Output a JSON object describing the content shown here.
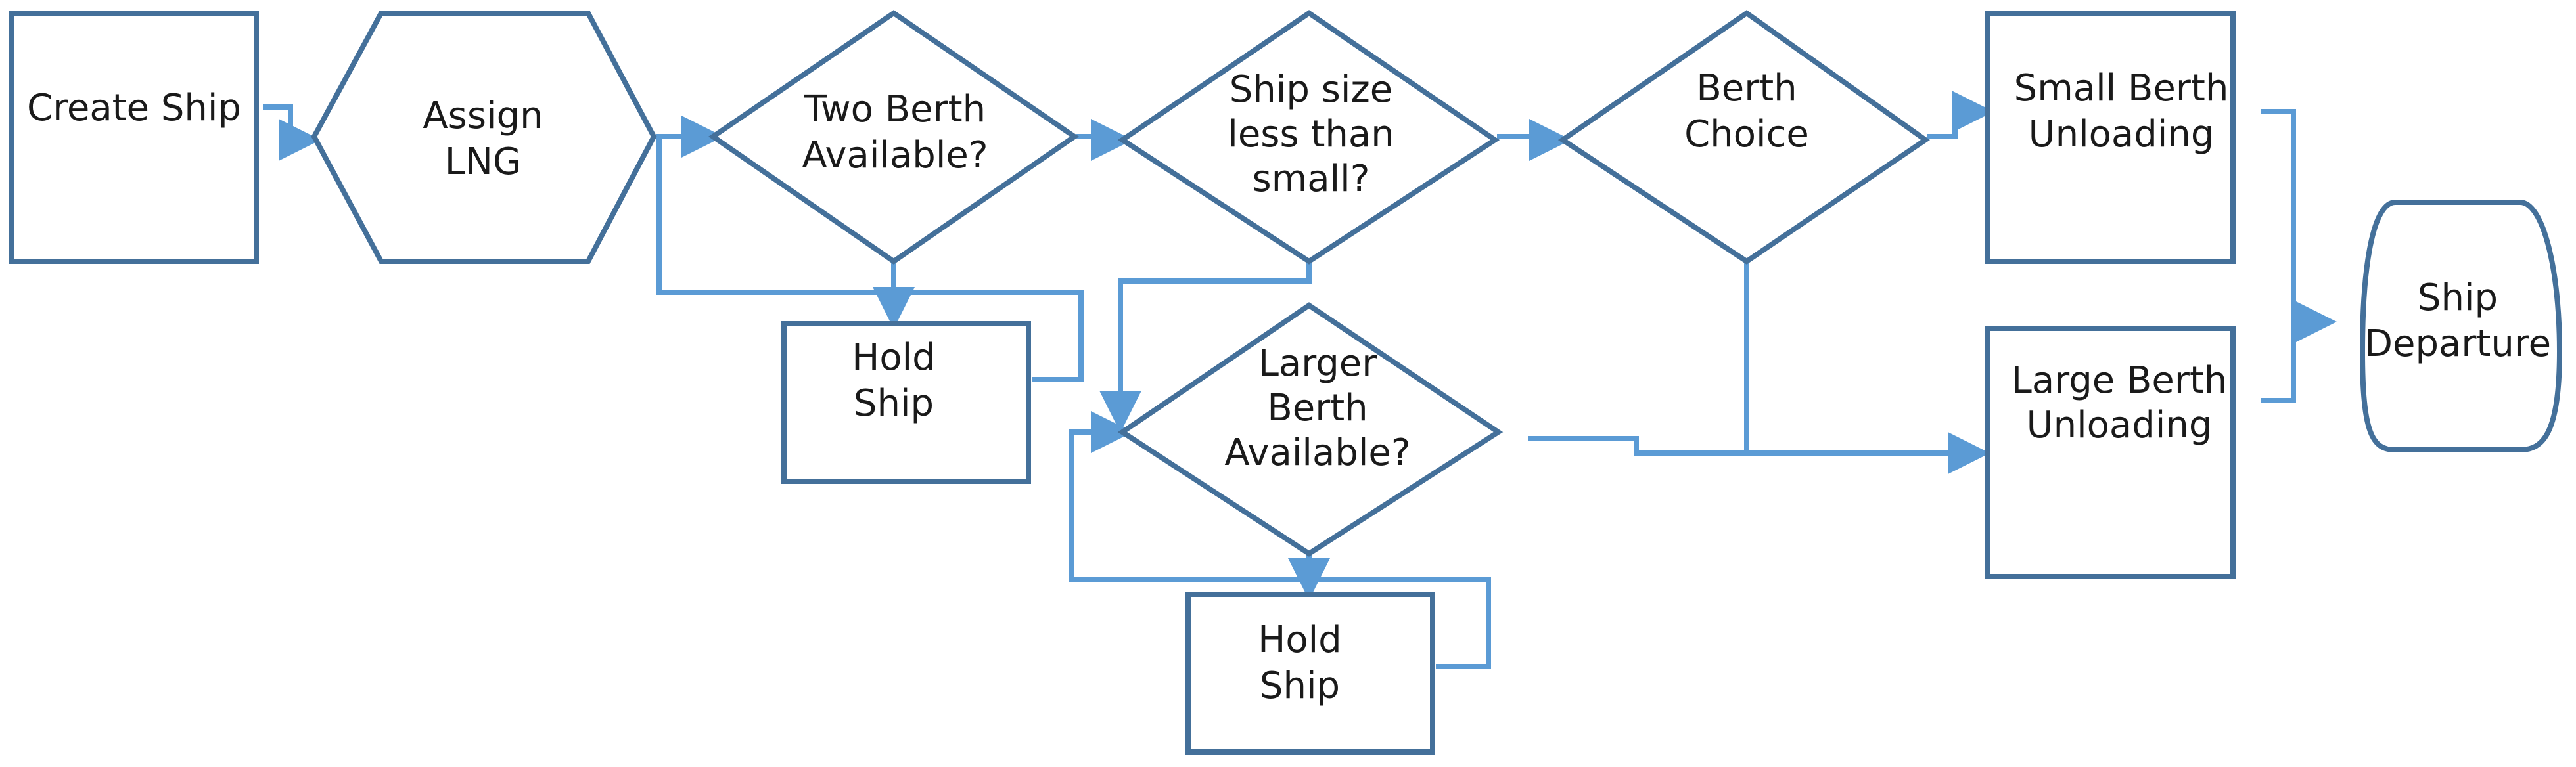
{
  "colors": {
    "shape_stroke": "#44709a",
    "connector": "#5b9bd5",
    "text": "#1a1a1a",
    "background": "#ffffff"
  },
  "nodes": {
    "create_ship": {
      "lines": [
        "Create Ship"
      ]
    },
    "assign_lng": {
      "lines": [
        "Assign",
        "LNG"
      ]
    },
    "two_berth": {
      "lines": [
        "Two Berth",
        "Available?"
      ]
    },
    "ship_size": {
      "lines": [
        "Ship size",
        "less than",
        "small?"
      ]
    },
    "berth_choice": {
      "lines": [
        "Berth",
        "Choice"
      ]
    },
    "small_berth": {
      "lines": [
        "Small Berth",
        "Unloading"
      ]
    },
    "large_berth": {
      "lines": [
        "Large Berth",
        "Unloading"
      ]
    },
    "departure": {
      "lines": [
        "Ship",
        "Departure"
      ]
    },
    "hold_ship_1": {
      "lines": [
        "Hold",
        "Ship"
      ]
    },
    "larger_berth": {
      "lines": [
        "Larger",
        "Berth",
        "Available?"
      ]
    },
    "hold_ship_2": {
      "lines": [
        "Hold",
        "Ship"
      ]
    }
  }
}
